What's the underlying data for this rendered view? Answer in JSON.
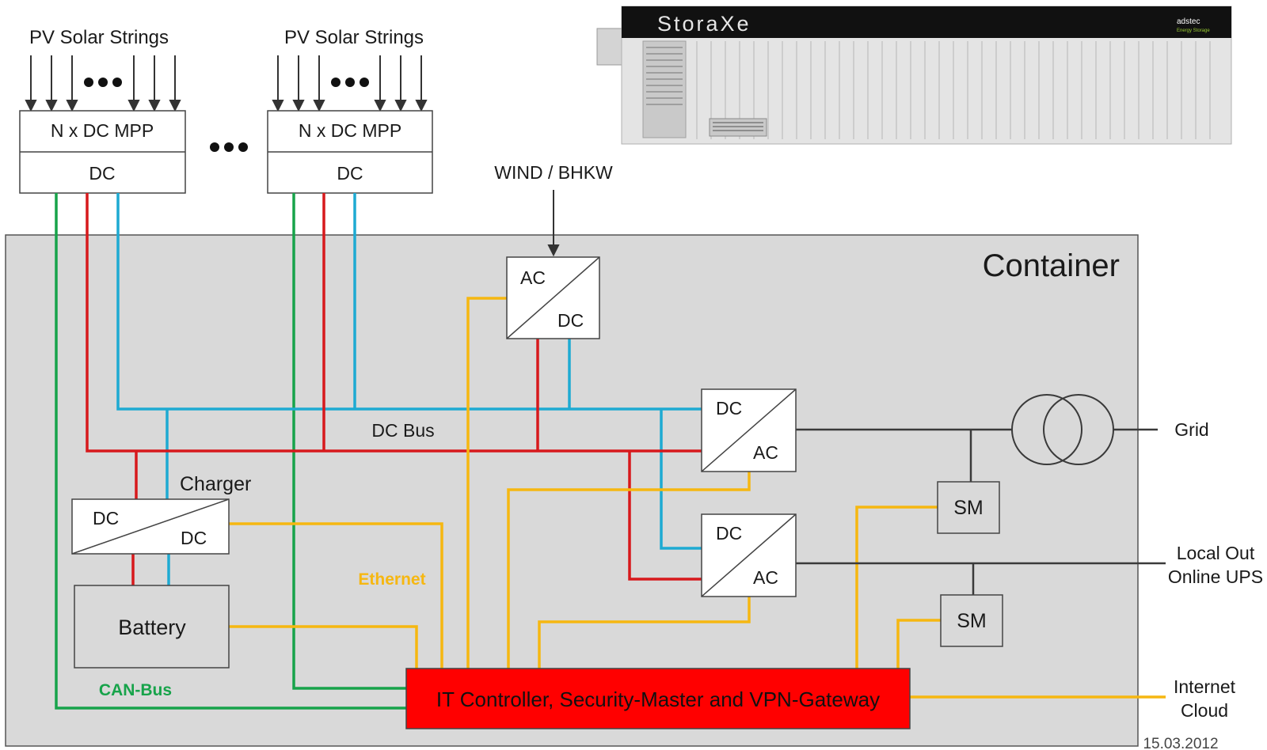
{
  "colors": {
    "can_bus": "#17a34a",
    "dc_positive": "#d7191c",
    "dc_negative": "#1eaad2",
    "ethernet": "#f6b711",
    "controller": "#ff0000",
    "container_bg": "#d9d9d9",
    "ac_line": "#3a3a3a"
  },
  "pv_groups": [
    {
      "label": "PV Solar Strings",
      "mpp_label": "N x DC MPP",
      "dc_label": "DC"
    },
    {
      "label": "PV Solar Strings",
      "mpp_label": "N x DC MPP",
      "dc_label": "DC"
    }
  ],
  "storaxe": {
    "brand": "StoraXe",
    "maker": "adstec",
    "maker_sub": "Energy Storage"
  },
  "wind_label": "WIND / BHKW",
  "container_label": "Container",
  "wind_converter": {
    "top": "AC",
    "bottom": "DC"
  },
  "grid_inverter": {
    "top": "DC",
    "bottom": "AC"
  },
  "ups_inverter": {
    "top": "DC",
    "bottom": "AC"
  },
  "charger": {
    "title": "Charger",
    "top": "DC",
    "bottom": "DC"
  },
  "battery_label": "Battery",
  "dc_bus_label": "DC Bus",
  "ethernet_label": "Ethernet",
  "can_bus_label": "CAN-Bus",
  "controller_label": "IT Controller, Security-Master and VPN-Gateway",
  "sm_labels": [
    "SM",
    "SM"
  ],
  "outputs": {
    "grid": "Grid",
    "local_line1": "Local Out",
    "local_line2": "Online UPS",
    "internet_line1": "Internet",
    "internet_line2": "Cloud"
  },
  "date": "15.03.2012"
}
